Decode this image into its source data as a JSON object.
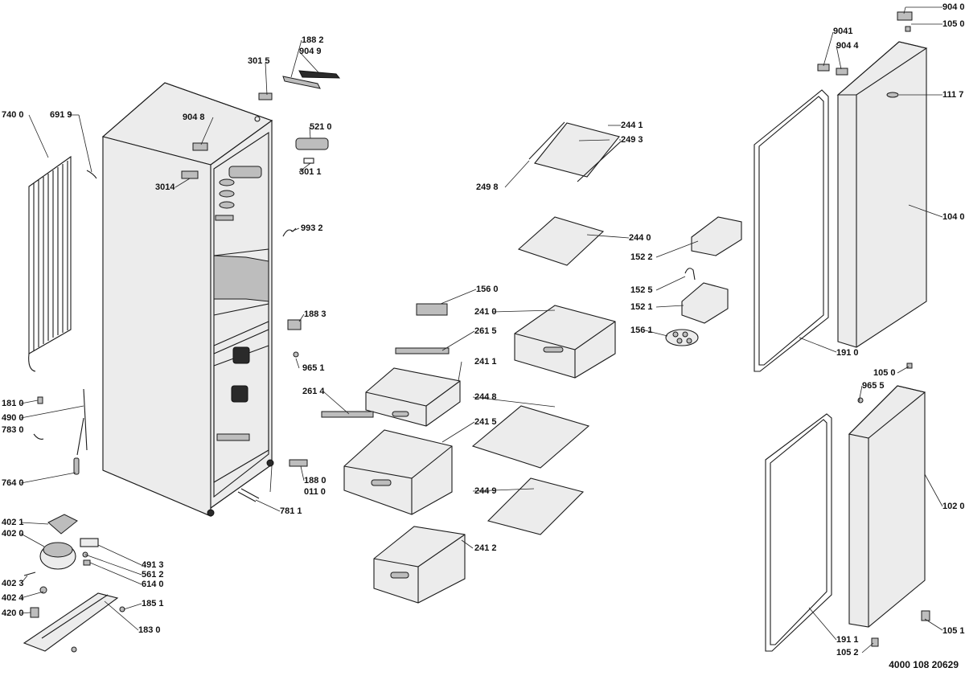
{
  "labels": {
    "l9040": "904 0",
    "l1050a": "105 0",
    "l9041": "9041",
    "l9044": "904 4",
    "l1117": "111 7",
    "l1040": "104 0",
    "l1910": "191 0",
    "l1050b": "105 0",
    "l9655": "965 5",
    "l1020": "102 0",
    "l1051": "105 1",
    "l1911": "191 1",
    "l1052": "105 2",
    "l1882": "188 2",
    "l9049": "904 9",
    "l3015": "301 5",
    "l5210": "521 0",
    "l9048": "904 8",
    "l3011": "301 1",
    "l3014": "3014",
    "l9932": "993 2",
    "l7400": "740 0",
    "l6919": "691 9",
    "l1883": "188 3",
    "l9651": "965 1",
    "l1810": "181 0",
    "l4900": "490 0",
    "l7830": "783 0",
    "l7640": "764 0",
    "l1880": "188 0",
    "l0110": "011 0",
    "l7811": "781 1",
    "l4021": "402 1",
    "l4020": "402 0",
    "l4023": "402 3",
    "l4024": "402 4",
    "l4200": "420 0",
    "l4913": "491 3",
    "l5612": "561 2",
    "l6140": "614 0",
    "l1851": "185 1",
    "l1830": "183 0",
    "l2441": "244 1",
    "l2493": "249 3",
    "l2498": "249 8",
    "l2440": "244 0",
    "l1560": "156 0",
    "l2410": "241 0",
    "l2615": "261 5",
    "l2411": "241 1",
    "l2614": "261 4",
    "l2415": "241 5",
    "l2448": "244 8",
    "l2449": "244 9",
    "l2412": "241 2",
    "l1522": "152 2",
    "l1525": "152 5",
    "l1521": "152 1",
    "l1561": "156 1"
  },
  "document_number": "4000 108 20629"
}
